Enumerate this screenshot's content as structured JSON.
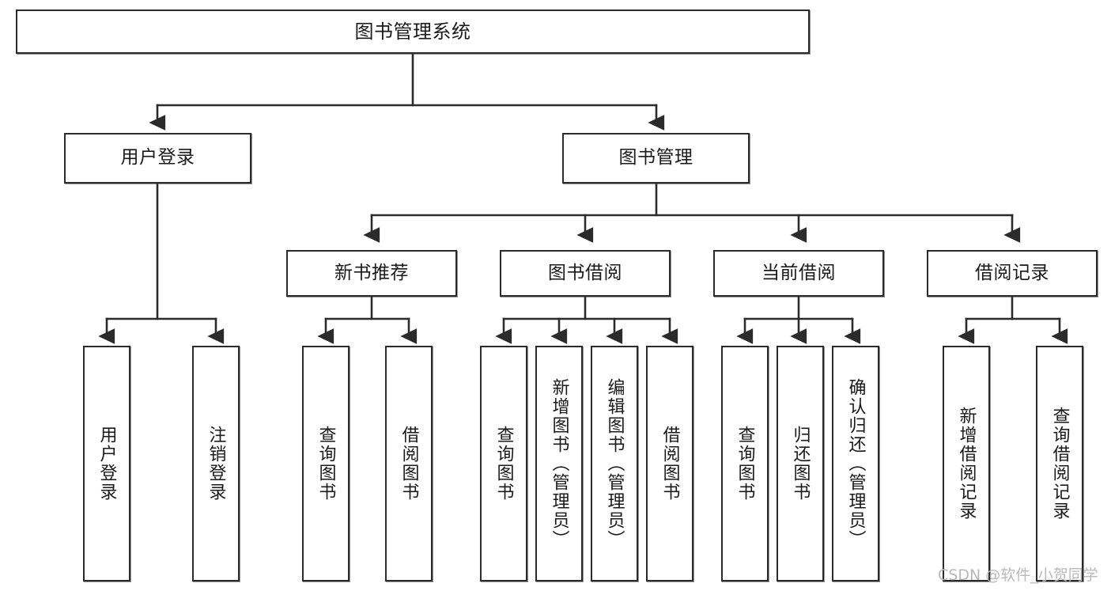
{
  "diagram": {
    "title": "图书管理系统",
    "type": "tree",
    "orientation": "top-down",
    "colors": {
      "node_border": "#2b2b2b",
      "node_fill": "#ffffff",
      "edge": "#2b2b2b",
      "text": "#1a1a1a",
      "watermark": "#b9b9b9",
      "background": "#ffffff"
    },
    "nodes": {
      "root": {
        "label": "图书管理系统"
      },
      "level2": [
        {
          "label": "用户登录"
        },
        {
          "label": "图书管理"
        }
      ],
      "level3": [
        {
          "label": "新书推荐"
        },
        {
          "label": "图书借阅"
        },
        {
          "label": "当前借阅"
        },
        {
          "label": "借阅记录"
        }
      ],
      "leaves": {
        "user_login": [
          {
            "label": "用户登录"
          },
          {
            "label": "注销登录"
          }
        ],
        "new_book_recommend": [
          {
            "label": "查询图书"
          },
          {
            "label": "借阅图书"
          }
        ],
        "book_borrow": [
          {
            "label": "查询图书"
          },
          {
            "label": "新增图书（管理员）"
          },
          {
            "label": "编辑图书（管理员）"
          },
          {
            "label": "借阅图书"
          }
        ],
        "current_borrow": [
          {
            "label": "查询图书"
          },
          {
            "label": "归还图书"
          },
          {
            "label": "确认归还（管理员）"
          }
        ],
        "borrow_record": [
          {
            "label": "新增借阅记录"
          },
          {
            "label": "查询借阅记录"
          }
        ]
      }
    },
    "watermark": "CSDN @软件_小贺同学"
  }
}
